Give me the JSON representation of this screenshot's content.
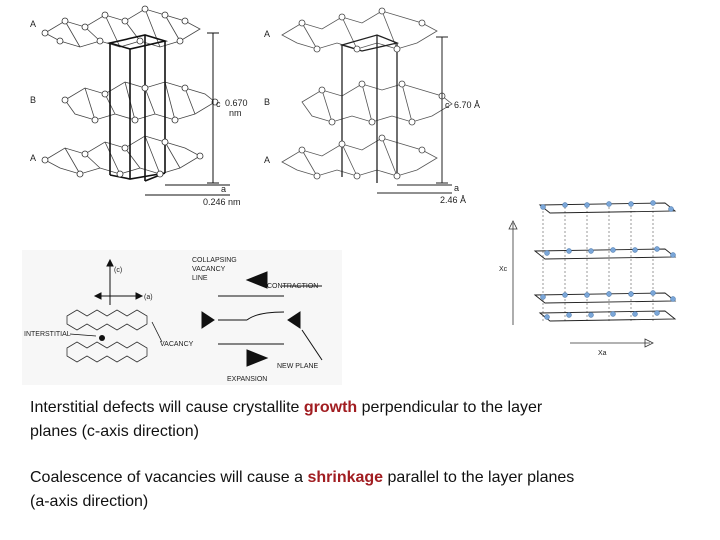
{
  "diagram1": {
    "layer_labels": [
      "A",
      "B",
      "A"
    ],
    "c_label": "c",
    "c_value": "0.670",
    "c_unit": "nm",
    "a_label": "a",
    "a_value": "0.246 nm"
  },
  "diagram2": {
    "layer_labels": [
      "A",
      "B",
      "A"
    ],
    "c_label": "c",
    "c_value": "6.70 Å",
    "a_label": "a",
    "a_value": "2.46 Å"
  },
  "diagram3": {
    "c_axis": "(c)",
    "a_axis": "(a)",
    "interstitial": "INTERSTITIAL",
    "vacancy": "VACANCY",
    "collapsing": [
      "COLLAPSING",
      "VACANCY",
      "LINE"
    ],
    "contraction": "CONTRACTION",
    "new_plane": "NEW PLANE",
    "expansion": "EXPANSION"
  },
  "diagram4": {
    "xc_label": "Xc",
    "xa_label": "Xa"
  },
  "caption1": {
    "pre": "Interstitial defects will cause crystallite ",
    "highlight": "growth",
    "post": " perpendicular to the layer planes (c-axis direction)"
  },
  "caption2": {
    "pre": "Coalescence of vacancies will cause a ",
    "highlight": "shrinkage",
    "post": " parallel to the layer planes (a-axis direction)"
  },
  "colors": {
    "highlight": "#a11d21",
    "atom_blue": "#7aa6d8"
  }
}
